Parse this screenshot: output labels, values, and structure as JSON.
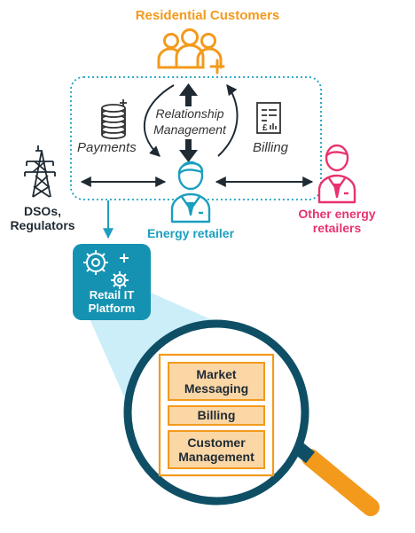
{
  "title": "Residential Customers",
  "labels": {
    "relationship_line1": "Relationship",
    "relationship_line2": "Management",
    "payments": "Payments",
    "billing": "Billing",
    "dsos_line1": "DSOs,",
    "dsos_line2": "Regulators",
    "energy_retailer": "Energy retailer",
    "other_line1": "Other energy",
    "other_line2": "retailers",
    "platform_line1": "Retail IT",
    "platform_line2": "Platform"
  },
  "modules": [
    {
      "line1": "Market",
      "line2": "Messaging"
    },
    {
      "line1": "Billing",
      "line2": ""
    },
    {
      "line1": "Customer",
      "line2": "Management"
    }
  ],
  "colors": {
    "orange": "#f39a1c",
    "teal": "#1a9fc0",
    "dark": "#1f2a33",
    "pink": "#e8336e",
    "navy": "#0f4f66",
    "light_teal": "#c6ecf7",
    "module_fill": "#fbd7a6"
  },
  "icons": [
    "people-group-icon",
    "coins-icon",
    "bill-icon",
    "pylon-icon",
    "retailer-person-icon",
    "other-retailer-person-icon",
    "gears-icon",
    "magnifier-icon"
  ]
}
